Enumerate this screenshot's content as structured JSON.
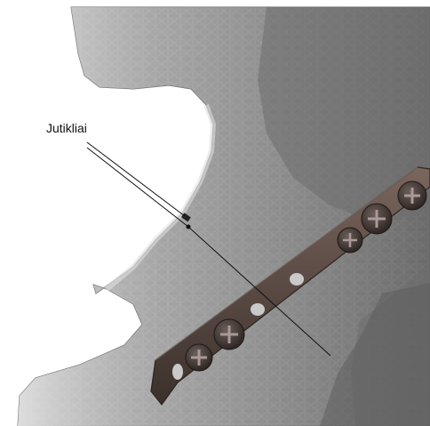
{
  "annotation": {
    "label": "Jutikliai"
  },
  "parts": {
    "bone_mesh": "jaw-bone-mesh",
    "plate": "fixation-plate",
    "screws": "bone-screws",
    "sensors": "sensor-markers"
  },
  "colors": {
    "background": "#ffffff",
    "bone_light": "#cfcfcf",
    "bone_mid": "#9a9a9a",
    "bone_dark": "#5e5e5e",
    "plate": "#5a4a44",
    "plate_edge": "#2e2420",
    "screw_head": "#3a302c",
    "hole": "#c9c9c9"
  }
}
